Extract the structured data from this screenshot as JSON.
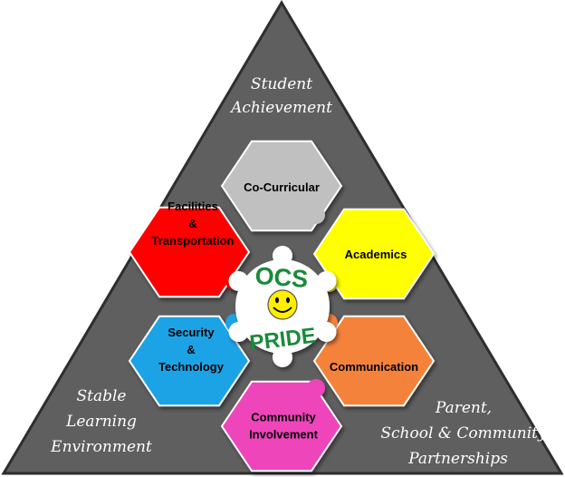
{
  "corners": {
    "top": [
      "Student",
      "Achievement"
    ],
    "bottom_left": [
      "Stable",
      "Learning",
      "Environment"
    ],
    "bottom_right": [
      "Parent,",
      "School & Community",
      "Partnerships"
    ]
  },
  "pieces": [
    {
      "id": "co-curricular",
      "lines": [
        "Co-Curricular"
      ],
      "color": "#c0c0c0"
    },
    {
      "id": "academics",
      "lines": [
        "Academics"
      ],
      "color": "#ffff00"
    },
    {
      "id": "communication",
      "lines": [
        "Communication"
      ],
      "color": "#f5823a"
    },
    {
      "id": "community-involvement",
      "lines": [
        "Community",
        "Involvement"
      ],
      "color": "#ee44bb"
    },
    {
      "id": "security-technology",
      "lines": [
        "Security",
        "&",
        "Technology"
      ],
      "color": "#1fa3e6"
    },
    {
      "id": "facilities-transportation",
      "lines": [
        "Facilities",
        "&",
        "Transportation"
      ],
      "color": "#ff0000"
    }
  ],
  "center": {
    "top_text": "OCS",
    "bottom_text": "PRIDE",
    "color": "#1a8a3a"
  },
  "colors": {
    "triangle": "#5f5f5f",
    "triangle_border": "#2e2e2e",
    "smiley": "#ffee00"
  }
}
